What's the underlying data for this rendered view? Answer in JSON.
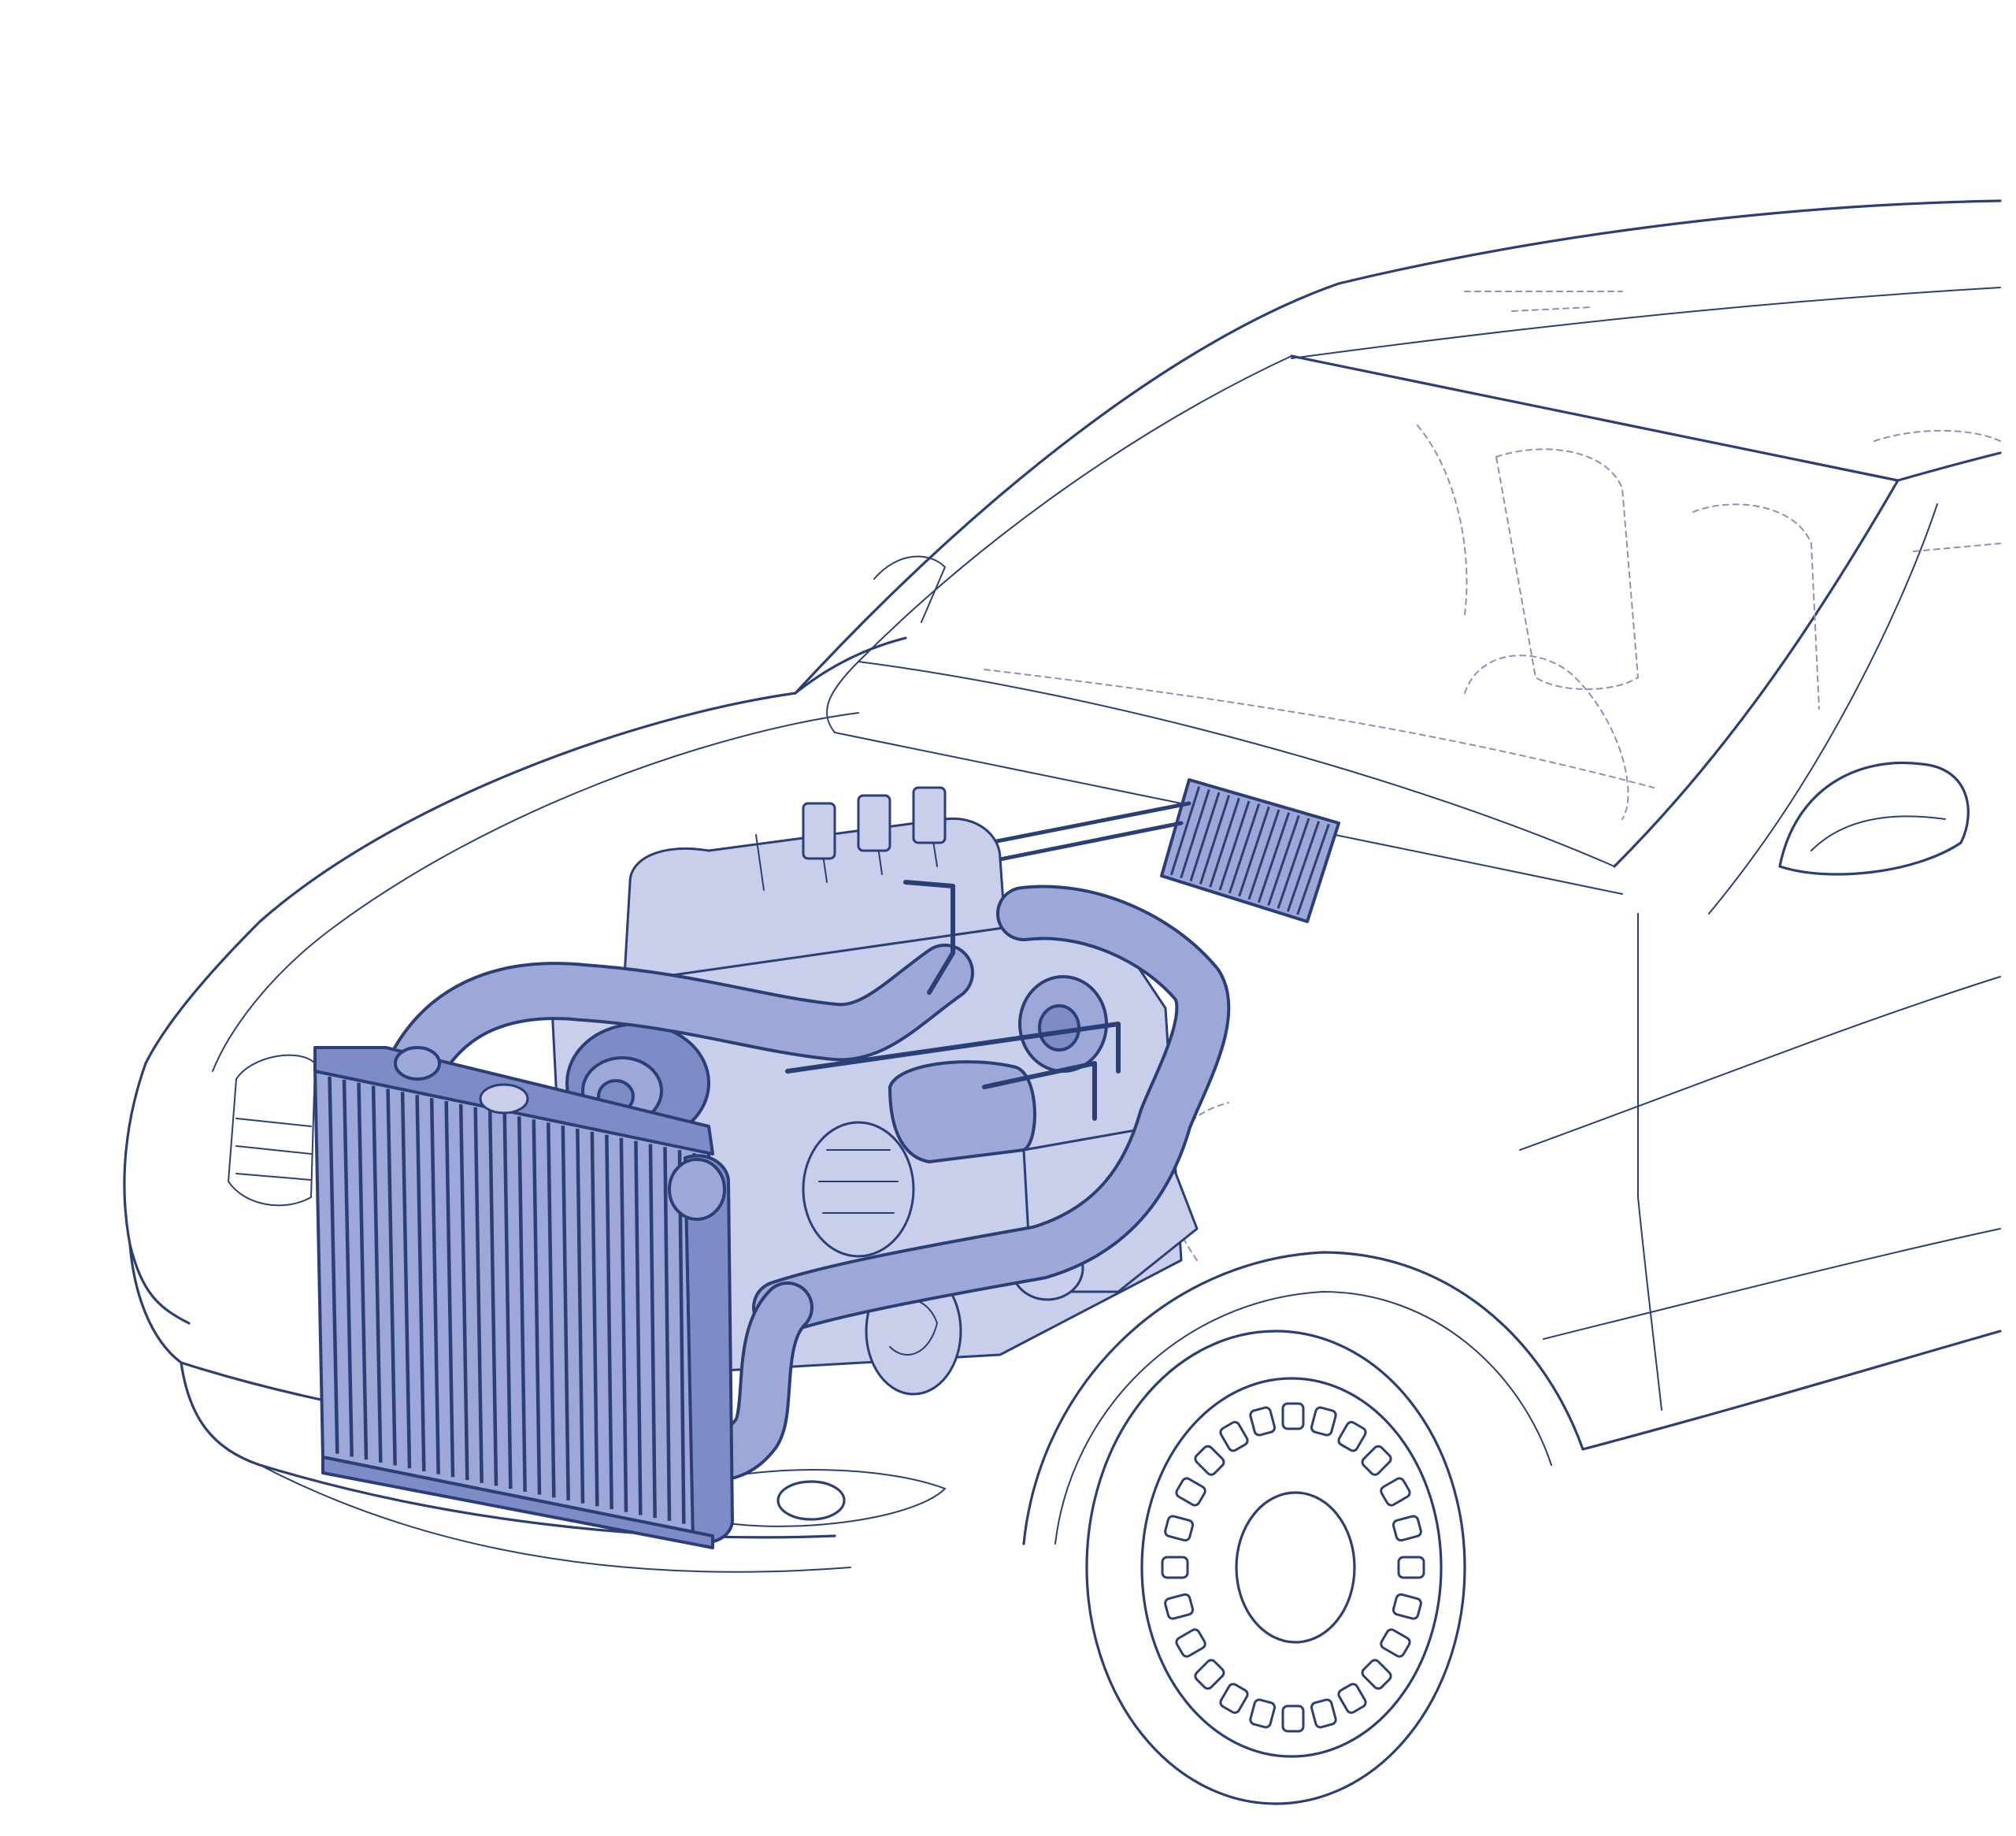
{
  "colors": {
    "ink": "#2b3f77",
    "ink_light": "#8592bd",
    "fill": "#9ea8d8",
    "fill_light": "#c9cfeb",
    "fill_dark": "#7f8bc6",
    "background": "#ffffff"
  },
  "parts": [
    {
      "name": "intercooler-radiator",
      "highlighted": true
    },
    {
      "name": "intake-pipes",
      "highlighted": true
    },
    {
      "name": "engine-block",
      "highlighted": true
    },
    {
      "name": "turbocharger",
      "highlighted": true
    },
    {
      "name": "oil-cooler",
      "highlighted": true
    }
  ]
}
